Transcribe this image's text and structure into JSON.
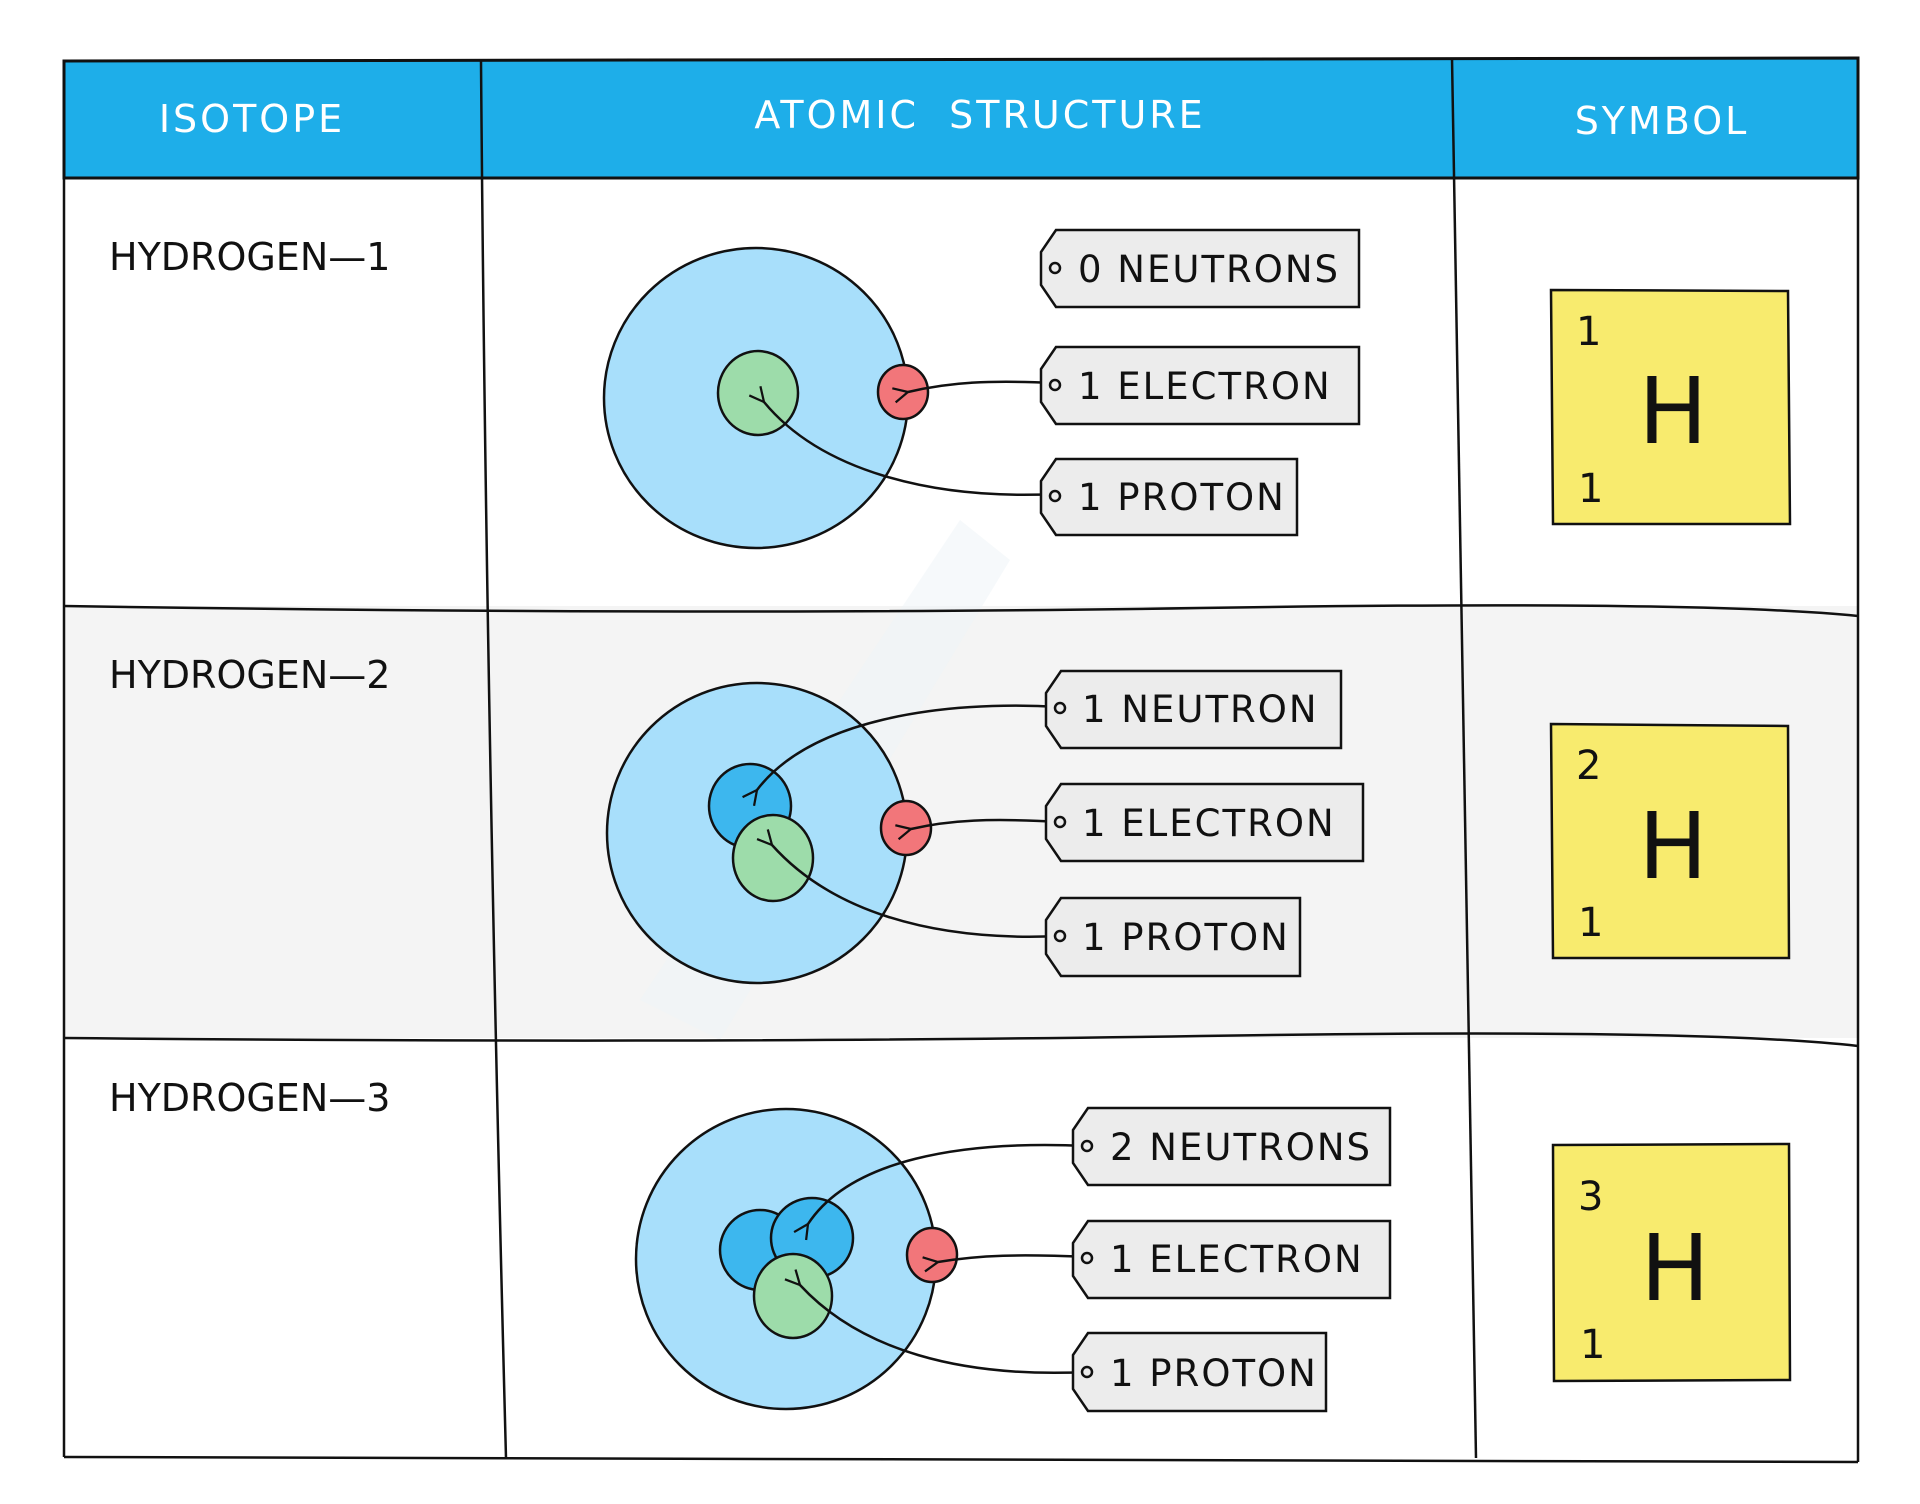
{
  "colors": {
    "header_bg": "#1eaee9",
    "header_text": "#ffffff",
    "row_alt_bg": "#f4f4f4",
    "electron_cloud": "#a8dffb",
    "proton": "#9ddcaa",
    "neutron": "#3db7ee",
    "electron": "#f2767a",
    "tag_bg": "#ececec",
    "symbol_bg": "#f8eb6e"
  },
  "header": {
    "isotope": "ISOTOPE",
    "atomic_structure": "ATOMIC  STRUCTURE",
    "symbol": "SYMBOL"
  },
  "rows": [
    {
      "isotope": "HYDROGEN—1",
      "tags": {
        "neutrons": "0 NEUTRONS",
        "electrons": "1 ELECTRON",
        "protons": "1 PROTON"
      },
      "counts": {
        "neutrons": 0,
        "electrons": 1,
        "protons": 1
      },
      "symbol": {
        "mass_number": "1",
        "atomic_number": "1",
        "element": "H"
      }
    },
    {
      "isotope": "HYDROGEN—2",
      "tags": {
        "neutrons": "1 NEUTRON",
        "electrons": "1 ELECTRON",
        "protons": "1 PROTON"
      },
      "counts": {
        "neutrons": 1,
        "electrons": 1,
        "protons": 1
      },
      "symbol": {
        "mass_number": "2",
        "atomic_number": "1",
        "element": "H"
      }
    },
    {
      "isotope": "HYDROGEN—3",
      "tags": {
        "neutrons": "2 NEUTRONS",
        "electrons": "1 ELECTRON",
        "protons": "1 PROTON"
      },
      "counts": {
        "neutrons": 2,
        "electrons": 1,
        "protons": 1
      },
      "symbol": {
        "mass_number": "3",
        "atomic_number": "1",
        "element": "H"
      }
    }
  ]
}
